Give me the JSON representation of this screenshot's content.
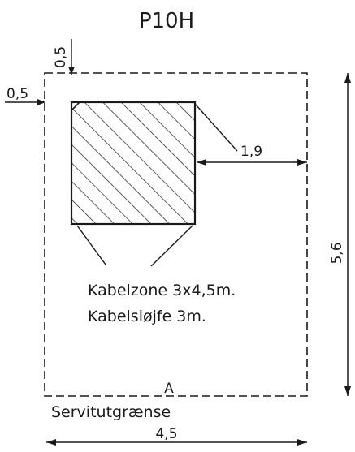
{
  "title": "P10H",
  "dimensions": {
    "offset_top": "0,5",
    "offset_left": "0,5",
    "distance_right": "1,9",
    "height": "5,6",
    "width": "4,5"
  },
  "notes": {
    "line1": "Kabelzone 3x4,5m.",
    "line2": "Kabelsløjfe 3m."
  },
  "point_label": "A",
  "boundary_label": "Servitutgrænse",
  "colors": {
    "ink": "#1a1a1a",
    "paper": "#ffffff"
  }
}
